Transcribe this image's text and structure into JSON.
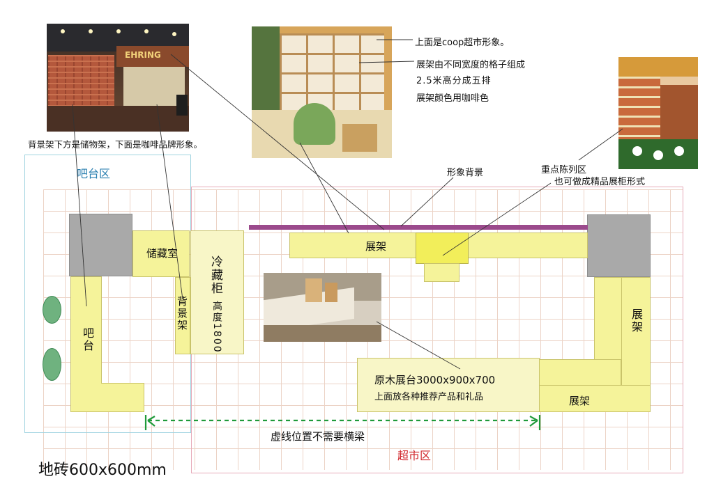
{
  "zones": {
    "bar_area": "吧台区",
    "supermarket_area": "超市区"
  },
  "labels": {
    "storage_room": "储藏室",
    "refrigerator": "冷藏柜",
    "refrigerator_height": "高度1800",
    "back_shelf": "背景架",
    "bar_counter": "吧台",
    "shelf_top": "展架",
    "shelf_right": "展架",
    "shelf_bottom_right": "展架",
    "wood_table_title": "原木展台3000x900x700",
    "wood_table_desc": "上面放各种推荐产品和礼品"
  },
  "annotations": {
    "coop_image": "上面是coop超市形象。",
    "shelf_grid": "展架由不同宽度的格子组成",
    "shelf_rows": "2.5米高分成五排",
    "shelf_color": "展架颜色用咖啡色",
    "back_shelf_note": "背景架下方是储物架，下面是咖啡品牌形象。",
    "image_backdrop": "形象背景",
    "focus_display": "重点陈列区",
    "focus_display_alt": "也可做成精品展柜形式",
    "dashed_line": "虚线位置不需要横梁",
    "floor_tile": "地砖600x600mm"
  },
  "photos": {
    "cafe_sign": "EHRING"
  },
  "colors": {
    "shelf_yellow": "#f5f39a",
    "highlight_yellow": "#f2ee5a",
    "column_gray": "#a9a9a9",
    "backdrop_purple": "#9b4a8c",
    "plant_green": "#6fb27f",
    "dashed_green": "#1f9a3a",
    "bar_zone_border": "#9fd3e0",
    "market_zone_border": "#e7a9b8",
    "bar_zone_text": "#2a7fb0",
    "market_zone_text": "#d0262b"
  }
}
